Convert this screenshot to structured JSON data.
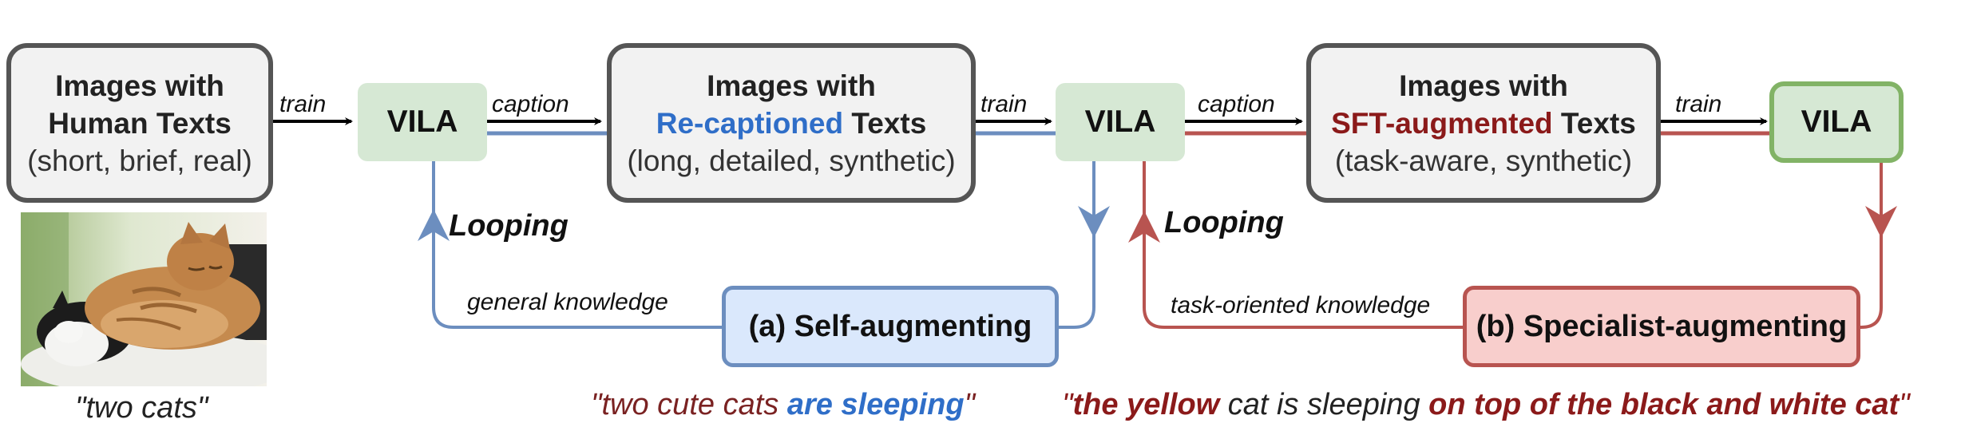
{
  "boxes": {
    "human": {
      "line1": "Images with",
      "line2": "Human Texts",
      "line3": "(short, brief, real)"
    },
    "recaption": {
      "line1": "Images with",
      "line2_highlight": "Re-captioned",
      "line2_rest": " Texts",
      "line3": "(long, detailed, synthetic)"
    },
    "sft": {
      "line1": "Images with",
      "line2_highlight": "SFT-augmented",
      "line2_rest": " Texts",
      "line3": "(task-aware, synthetic)"
    }
  },
  "vila": {
    "label": "VILA"
  },
  "edges": {
    "train": "train",
    "caption": "caption"
  },
  "looping": "Looping",
  "knowledge": {
    "general": "general knowledge",
    "task": "task-oriented knowledge"
  },
  "augment": {
    "self": "(a) Self-augmenting",
    "specialist": "(b) Specialist-augmenting"
  },
  "quotes": {
    "cats": "\"two cats\"",
    "self": {
      "open": "\"two cute cats ",
      "highlight": "are sleeping",
      "close": "\""
    },
    "specialist": {
      "open": "\"",
      "h1": "the yellow",
      "mid": " cat is sleeping ",
      "h2": "on top of the black and white cat",
      "close": "\""
    }
  },
  "colors": {
    "blue": "#6c8ebf",
    "red": "#b85450",
    "vila_green": "#d6e8d4",
    "highlight_blue": "#2f6ec8",
    "highlight_red": "#8b1a1a"
  }
}
